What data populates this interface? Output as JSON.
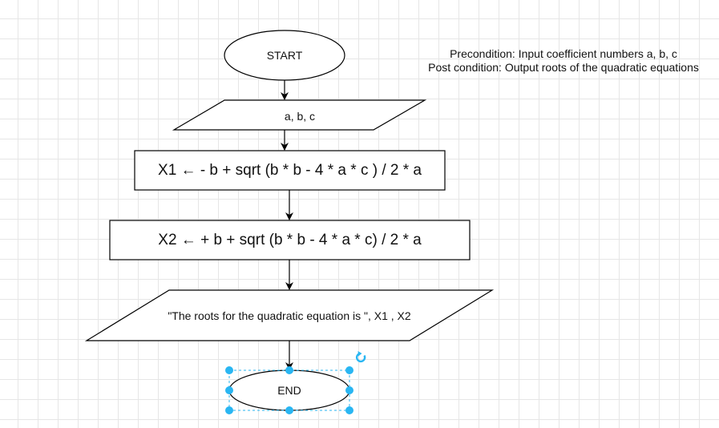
{
  "notes": {
    "precondition": "Precondition: Input coefficient numbers a, b, c",
    "postcondition": "Post condition: Output roots of the quadratic equations"
  },
  "nodes": {
    "start": "START",
    "input": "a, b, c",
    "x1_process": "X1 ← - b + sqrt (b * b - 4 * a * c ) / 2 * a",
    "x2_process": "X2 ← + b + sqrt (b * b - 4 * a * c) / 2 * a",
    "output": "\"The roots for the quadratic equation  is \", X1 , X2",
    "end": "END"
  },
  "colors": {
    "stroke": "#000000",
    "selection": "#29b6f2"
  }
}
